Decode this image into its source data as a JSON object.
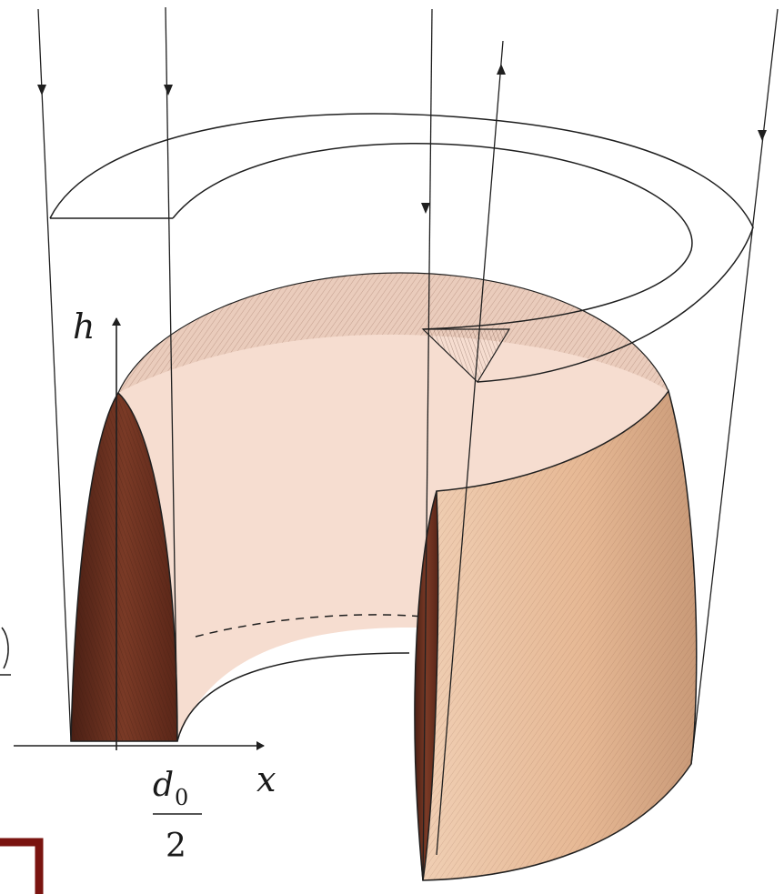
{
  "labels": {
    "h_axis": "h",
    "x_axis": "x",
    "d_symbol": "d",
    "d_subscript": "0",
    "denominator": "2"
  },
  "colors": {
    "background": "#ffffff",
    "line": "#1f1f1f",
    "ring_inner": "#f6ddd0",
    "ring_outer": "#ecc2a2",
    "ring_top": "#e8c9b8",
    "hatching": "#6b3a2a",
    "section": "#6e3322",
    "section_dark": "#4a1f14",
    "frame_corner": "#7a1410"
  }
}
